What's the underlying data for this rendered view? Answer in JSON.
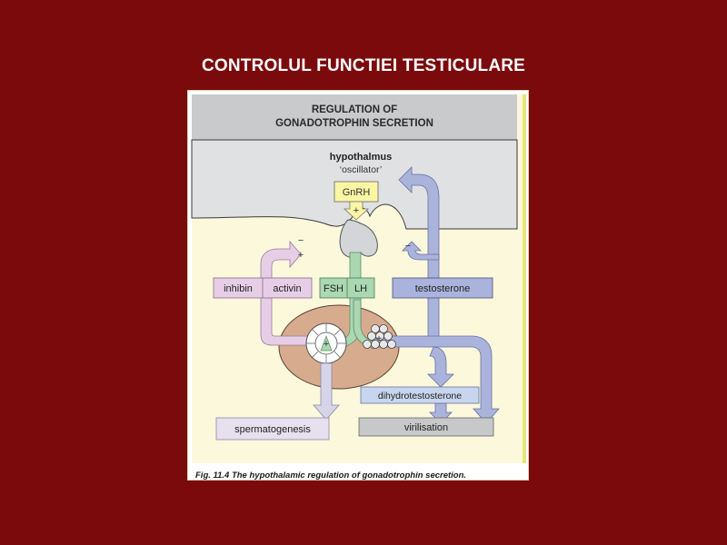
{
  "slide": {
    "title": "CONTROLUL FUNCTIEI TESTICULARE"
  },
  "figure": {
    "header_line1": "REGULATION OF",
    "header_line2": "GONADOTROPHIN SECRETION",
    "hypothalamus": "hypothalmus",
    "oscillator": "‘oscillator’",
    "gnrh": "GnRH",
    "fsh": "FSH",
    "lh": "LH",
    "inhibin": "inhibin",
    "activin": "activin",
    "testosterone": "testosterone",
    "dihydrotestosterone": "dihydrotestosterone",
    "spermatogenesis": "spermatogenesis",
    "virilisation": "virilisation",
    "plus": "+",
    "minus": "−",
    "caption": "Fig. 11.4  The hypothalamic regulation of gonadotrophin secretion."
  },
  "colors": {
    "background": "#7b0a0c",
    "panel": "#fbf8dc",
    "hypothalamus_area": "#dfe1e3",
    "header_band": "#c9cacc",
    "gnrh_box": "#fbf6a4",
    "fsh_lh": "#a9d8b1",
    "inhibin_activin": "#e6cfe6",
    "testosterone": "#aab3dc",
    "testis": "#d7ab8e",
    "virilisation_box": "#c7c8c9"
  }
}
